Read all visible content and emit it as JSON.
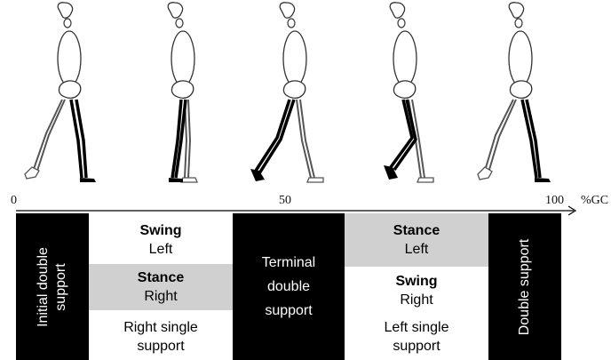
{
  "axis": {
    "start": "0",
    "mid": "50",
    "end": "100",
    "unit": "%GC"
  },
  "phases": {
    "initial_double": "Initial double support",
    "right_single": {
      "swing_title": "Swing",
      "swing_side": "Left",
      "stance_title": "Stance",
      "stance_side": "Right",
      "label_line1": "Right single",
      "label_line2": "support"
    },
    "terminal_double": {
      "line1": "Terminal",
      "line2": "double",
      "line3": "support"
    },
    "left_single": {
      "stance_title": "Stance",
      "stance_side": "Left",
      "swing_title": "Swing",
      "swing_side": "Right",
      "label_line1": "Left single",
      "label_line2": "support"
    },
    "double_support": "Double support"
  },
  "colors": {
    "phase_dark": "#000000",
    "stance_fill": "#d0d0d0",
    "figure_outline": "#333333"
  }
}
